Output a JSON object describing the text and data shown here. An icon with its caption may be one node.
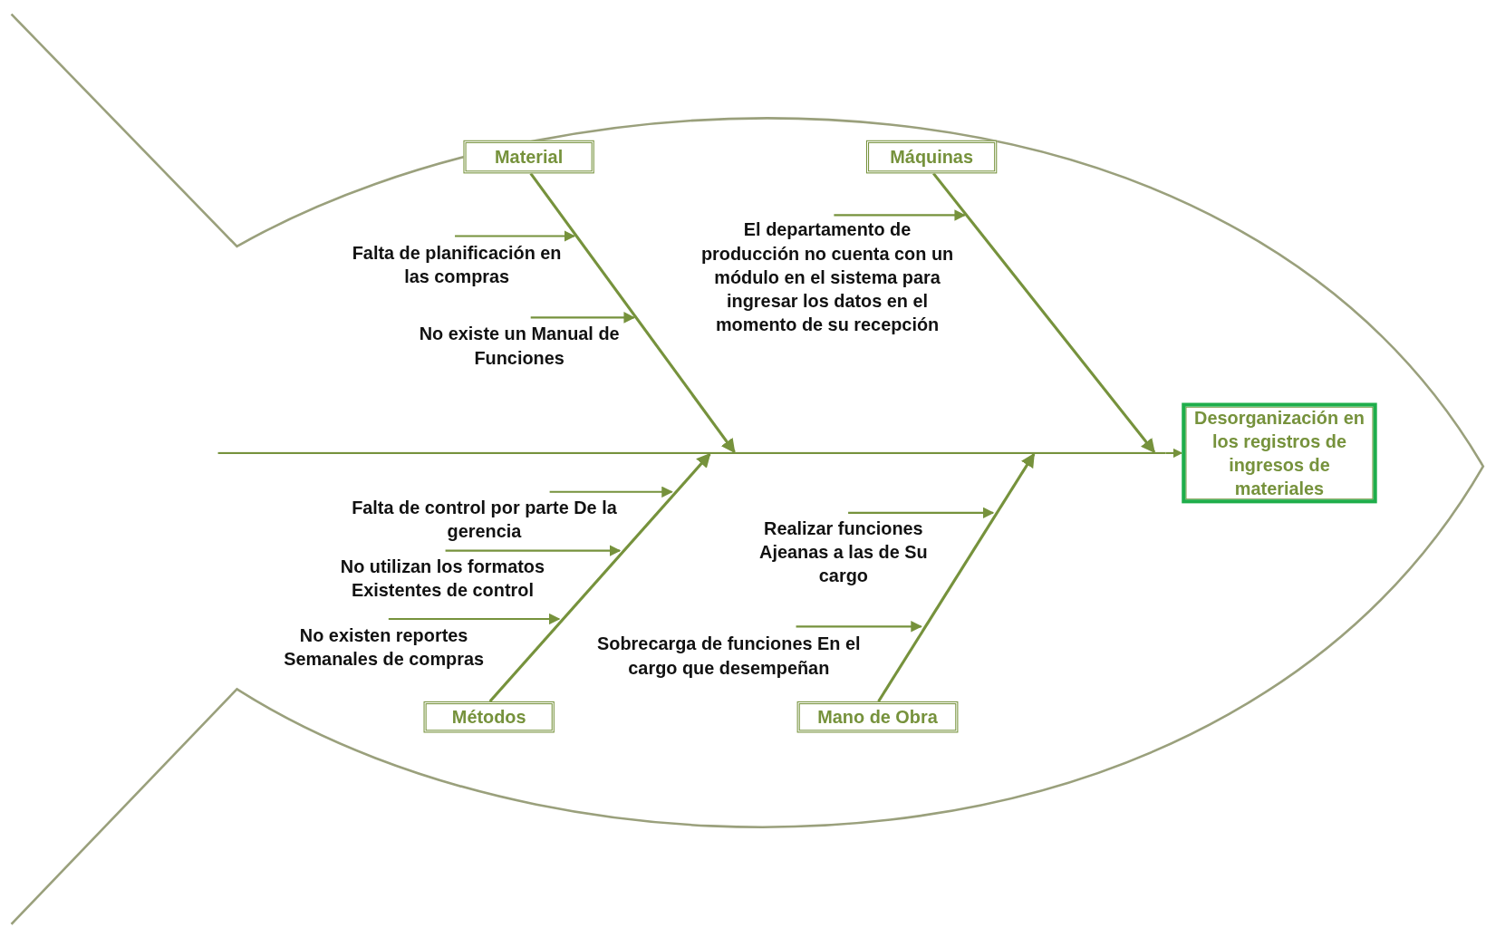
{
  "diagram": {
    "nodes": [
      {
        "text": [
          "Material"
        ]
      },
      {
        "text": [
          "Máquinas"
        ]
      },
      {
        "text": [],
        "shape": "bar"
      },
      {
        "text": [
          "Desorganización en los registros de ingresos de materiales"
        ]
      },
      {
        "text": [
          "Métodos"
        ]
      },
      {
        "text": [
          "Mano de Obra"
        ]
      }
    ],
    "edges": [
      {
        "from": 0,
        "to": 2,
        "arrow": "to"
      },
      {
        "from": 1,
        "to": 2,
        "arrow": "to"
      },
      {
        "from": 2,
        "to": 3,
        "arrow": "to"
      },
      {
        "from": 4,
        "to": 2,
        "arrow": "to"
      },
      {
        "from": 5,
        "to": 2,
        "arrow": "to"
      }
    ],
    "labels": [
      "Falta de planificación en las compras",
      "No existe un Manual de Funciones",
      "El departamento de producción no cuenta con un módulo en el sistema para ingresar los datos en el momento de su recepción",
      "Falta de control por parte De la gerencia",
      "No utilizan los formatos Existentes de control",
      "No existen reportes Semanales de compras",
      "Realizar funciones Ajeanas a las de Su cargo",
      "Sobrecarga de funciones En el cargo que desempeñan"
    ]
  }
}
